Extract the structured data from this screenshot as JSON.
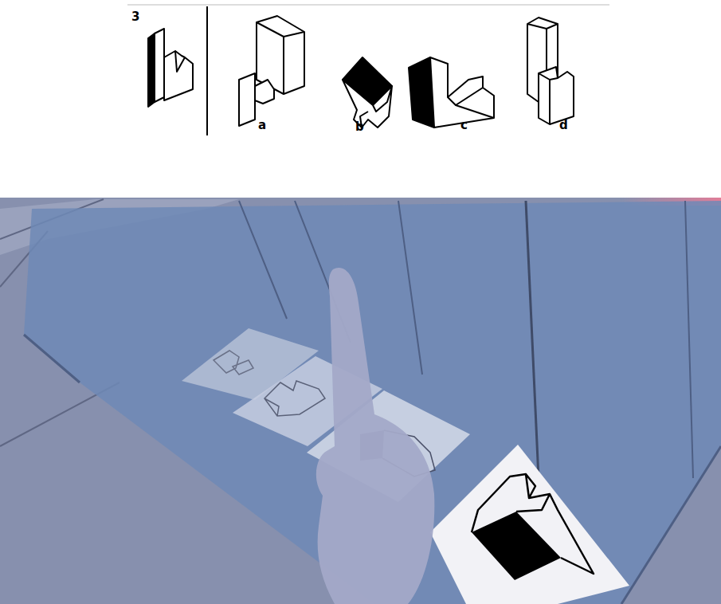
{
  "diagram": {
    "labels": [
      "3",
      "a",
      "b",
      "c",
      "d"
    ]
  }
}
